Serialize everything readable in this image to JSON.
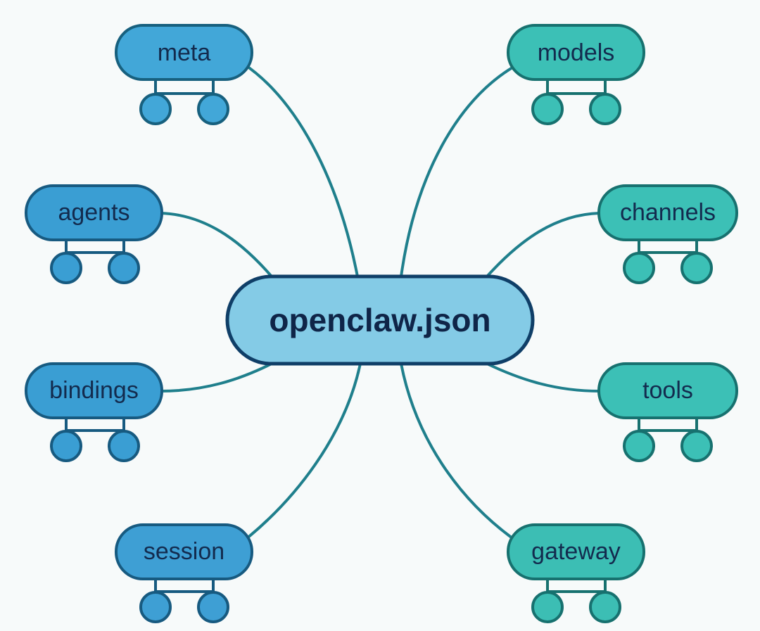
{
  "center": {
    "label": "openclaw.json",
    "fill": "#84cbe6",
    "stroke": "#0f3e67"
  },
  "nodes": [
    {
      "id": "meta",
      "label": "meta",
      "side": "left",
      "fill": "#42a7d8",
      "stroke": "#17607e",
      "child_count": 2
    },
    {
      "id": "agents",
      "label": "agents",
      "side": "left",
      "fill": "#3a9ed3",
      "stroke": "#175a80",
      "child_count": 2
    },
    {
      "id": "bindings",
      "label": "bindings",
      "side": "left",
      "fill": "#3a9ed3",
      "stroke": "#175a80",
      "child_count": 2
    },
    {
      "id": "session",
      "label": "session",
      "side": "left",
      "fill": "#3e9fd4",
      "stroke": "#175a80",
      "child_count": 2
    },
    {
      "id": "models",
      "label": "models",
      "side": "right",
      "fill": "#3cc0b6",
      "stroke": "#17716f",
      "child_count": 2
    },
    {
      "id": "channels",
      "label": "channels",
      "side": "right",
      "fill": "#3cc0b6",
      "stroke": "#17716f",
      "child_count": 2
    },
    {
      "id": "tools",
      "label": "tools",
      "side": "right",
      "fill": "#3cc0b6",
      "stroke": "#17716f",
      "child_count": 2
    },
    {
      "id": "gateway",
      "label": "gateway",
      "side": "right",
      "fill": "#3cbeb4",
      "stroke": "#17716f",
      "child_count": 2
    }
  ],
  "connector_color": "#1f7f8c",
  "background": "#f7fafa"
}
